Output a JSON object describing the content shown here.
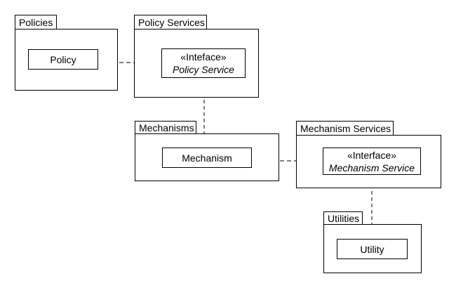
{
  "diagram_type": "uml-package-diagram",
  "colors": {
    "background": "#ffffff",
    "stroke": "#000000",
    "text": "#000000"
  },
  "packages": [
    {
      "tab_label": "Policies",
      "elements": [
        {
          "kind": "class",
          "name": "Policy"
        }
      ]
    },
    {
      "tab_label": "Policy Services",
      "elements": [
        {
          "kind": "interface",
          "stereotype": "«Inteface»",
          "name": "Policy Service"
        }
      ]
    },
    {
      "tab_label": "Mechanisms",
      "elements": [
        {
          "kind": "class",
          "name": "Mechanism"
        }
      ]
    },
    {
      "tab_label": "Mechanism Services",
      "elements": [
        {
          "kind": "interface",
          "stereotype": "«Interface»",
          "name": "Mechanism Service"
        }
      ]
    },
    {
      "tab_label": "Utilities",
      "elements": [
        {
          "kind": "class",
          "name": "Utility"
        }
      ]
    }
  ],
  "relationships": [
    {
      "type": "dependency",
      "from": "Policy",
      "to": "Policy Service",
      "line": "dashed",
      "arrowhead": "open"
    },
    {
      "type": "realization",
      "from": "Mechanism",
      "to": "Policy Service",
      "line": "dashed",
      "arrowhead": "hollow-triangle"
    },
    {
      "type": "dependency",
      "from": "Mechanism",
      "to": "Mechanism Service",
      "line": "dashed",
      "arrowhead": "open"
    },
    {
      "type": "realization",
      "from": "Utility",
      "to": "Mechanism Service",
      "line": "dashed",
      "arrowhead": "hollow-triangle"
    }
  ]
}
